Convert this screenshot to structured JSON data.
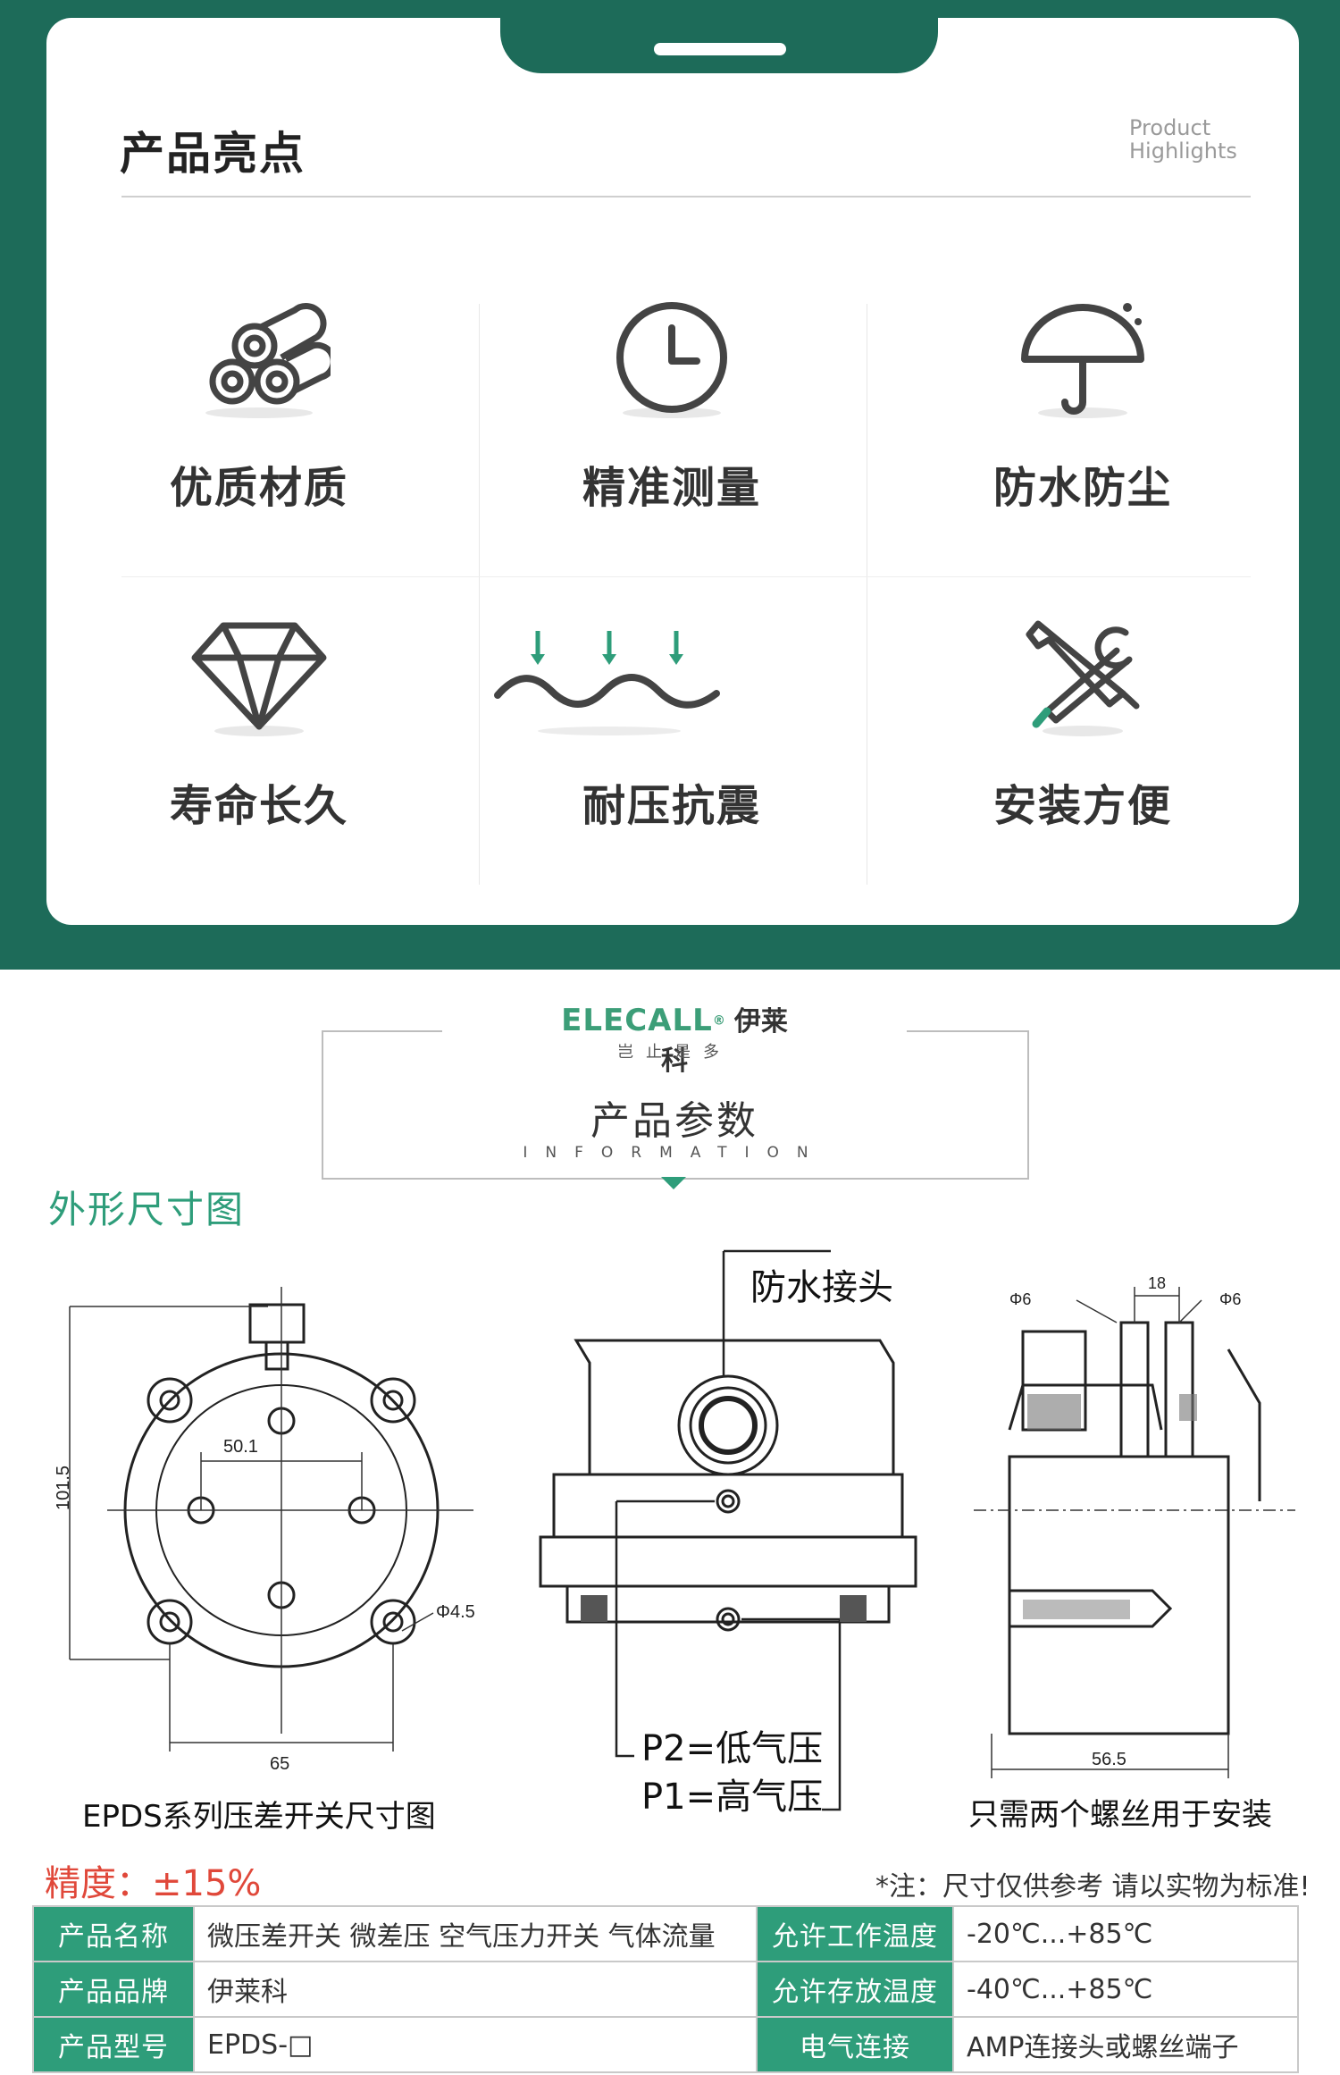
{
  "highlights": {
    "title": "产品亮点",
    "subtitle_en_line1": "Product",
    "subtitle_en_line2": "Highlights",
    "features": [
      {
        "label": "优质材质",
        "icon": "pipes-icon"
      },
      {
        "label": "精准测量",
        "icon": "clock-icon"
      },
      {
        "label": "防水防尘",
        "icon": "umbrella-icon"
      },
      {
        "label": "寿命长久",
        "icon": "diamond-icon"
      },
      {
        "label": "耐压抗震",
        "icon": "pressure-wave-icon"
      },
      {
        "label": "安装方便",
        "icon": "tools-icon"
      }
    ]
  },
  "brand": {
    "logo": "ELECALL",
    "registered": "®",
    "name_cn": "伊莱科",
    "slogan": "岂止是多"
  },
  "info_banner": {
    "title": "产品参数",
    "subtitle": "INFORMATION"
  },
  "dimensions": {
    "heading": "外形尺寸图",
    "front_view": {
      "caption": "EPDS系列压差开关尺寸图",
      "height": "101.5",
      "hole_spacing": "50.1",
      "hole_diameter": "Φ4.5",
      "width": "65"
    },
    "side_view": {
      "callout_top": "防水接头",
      "callout_p2": "P2=低气压",
      "callout_p1": "P1=高气压"
    },
    "section_view": {
      "caption": "只需两个螺丝用于安装",
      "dim_left": "Φ6",
      "dim_mid": "18",
      "dim_right": "Φ6",
      "dim_bottom": "56.5"
    }
  },
  "accuracy": "精度：±15%",
  "note": "*注：尺寸仅供参考  请以实物为标准!",
  "spec_table": [
    {
      "k1": "产品名称",
      "v1": "微压差开关 微差压 空气压力开关 气体流量",
      "k2": "允许工作温度",
      "v2": "-20℃...+85℃"
    },
    {
      "k1": "产品品牌",
      "v1": "伊莱科",
      "k2": "允许存放温度",
      "v2": "-40℃...+85℃"
    },
    {
      "k1": "产品型号",
      "v1": "EPDS-□",
      "k2": "电气连接",
      "v2": "AMP连接头或螺丝端子"
    }
  ],
  "colors": {
    "brand_green": "#1d6b59",
    "accent_green": "#2e9d7a",
    "accuracy_red": "#e0483a"
  }
}
